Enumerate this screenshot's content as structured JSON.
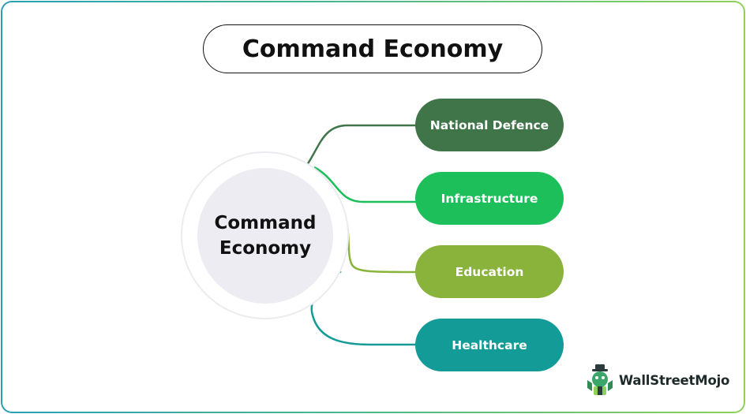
{
  "title": "Command Economy",
  "hub": {
    "line1": "Command",
    "line2": "Economy"
  },
  "branches": [
    {
      "label": "National Defence",
      "color": "#3f7548"
    },
    {
      "label": "Infrastructure",
      "color": "#1dbf5a"
    },
    {
      "label": "Education",
      "color": "#8ab33c"
    },
    {
      "label": "Healthcare",
      "color": "#139b98"
    }
  ],
  "logo": {
    "text": "WallStreetMojo",
    "icon": "wallstreetmojo-mascot-icon"
  }
}
